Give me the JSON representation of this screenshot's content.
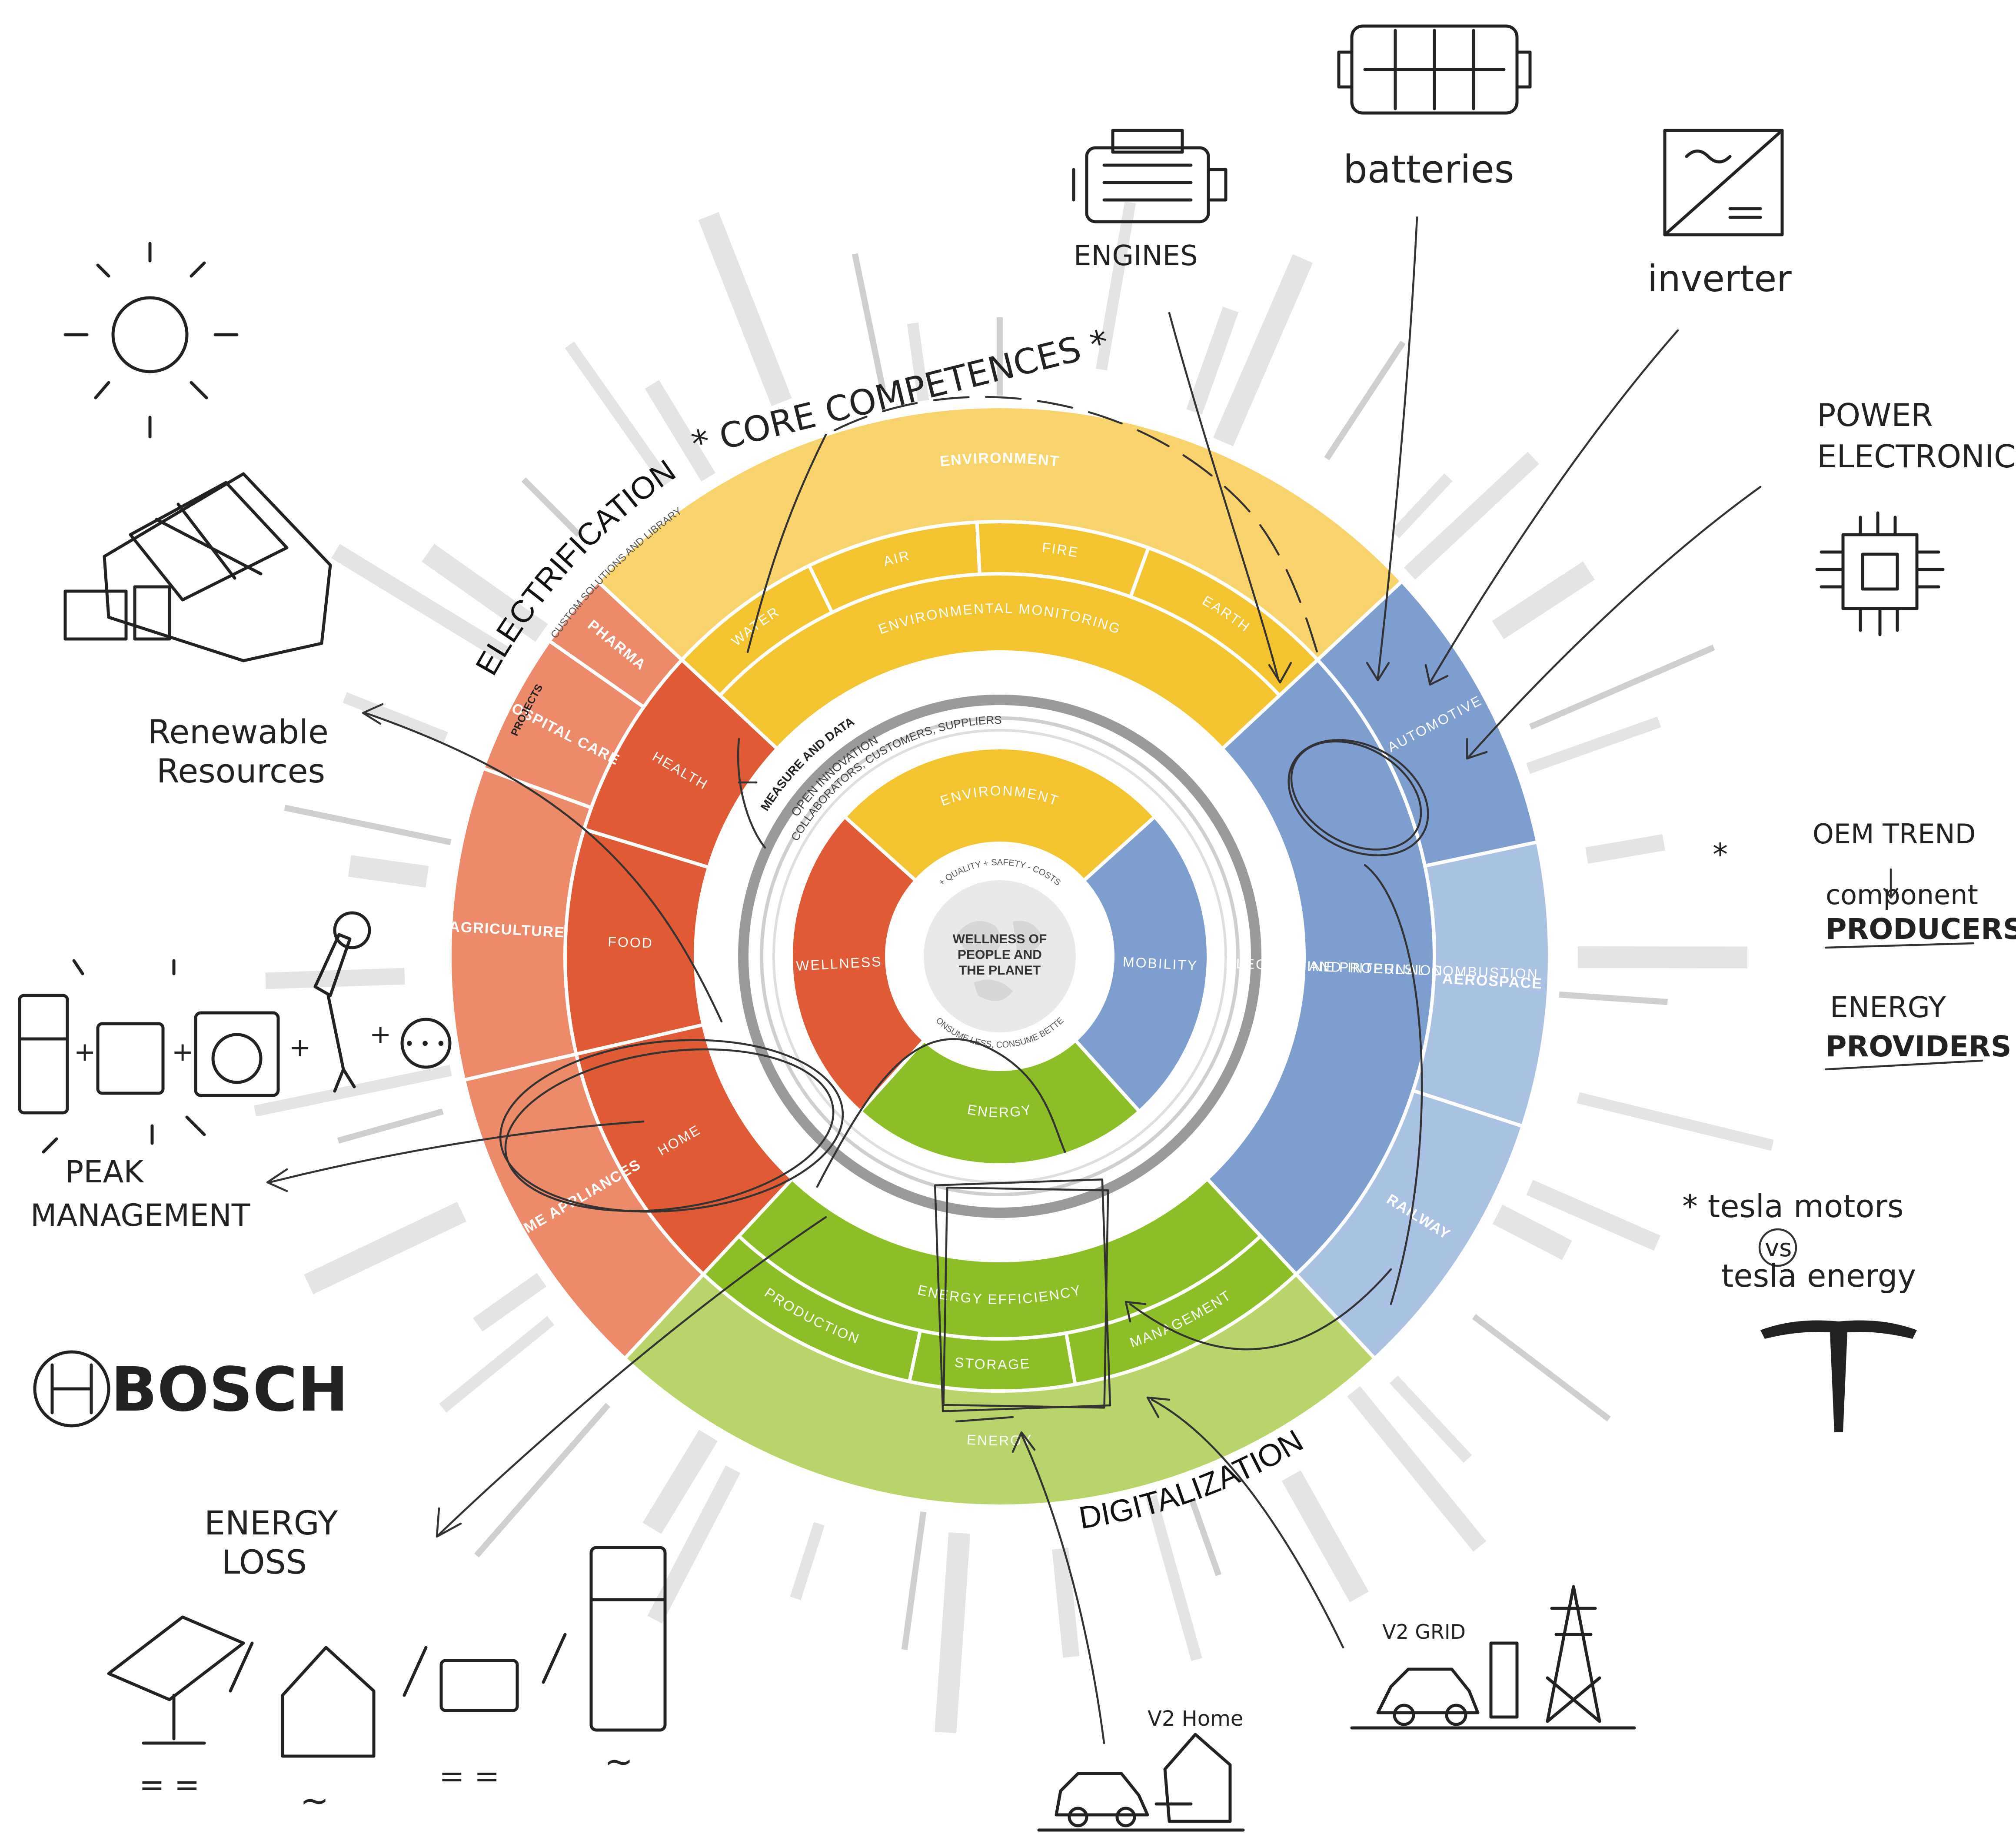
{
  "colors": {
    "yellow": "#f4c430",
    "yellow_light": "#f9d36b",
    "red": "#e05a35",
    "red_light": "#ec8a6a",
    "blue": "#7c9fcf",
    "blue_light": "#a9c1e3",
    "green": "#8cbf26",
    "green_light": "#b8d46a",
    "ink": "#222222"
  },
  "center": {
    "title": "WELLNESS OF PEOPLE AND THE PLANET",
    "top_caption": "+ QUALITY  + SAFETY  - COSTS",
    "bottom_caption": "CONSUME LESS, CONSUME BETTER"
  },
  "inner_ring": {
    "environment": "ENVIRONMENT",
    "wellness": "WELLNESS",
    "mobility": "MOBILITY",
    "energy": "ENERGY"
  },
  "data_ring": {
    "measure": "MEASURE AND DATA",
    "innovation": "OPEN INNOVATION",
    "collaborators": "COLLABORATORS, CUSTOMERS, SUPPLIERS"
  },
  "environment_sector": {
    "monitoring": "ENVIRONMENTAL MONITORING",
    "water": "WATER",
    "air": "AIR",
    "fire": "FIRE",
    "earth": "EARTH",
    "outer": "ENVIRONMENT"
  },
  "wellness_sector": {
    "health": "HEALTH",
    "food": "FOOD",
    "home": "HOME",
    "pharma": "PHARMA",
    "hospital_care": "HOSPITAL CARE",
    "agriculture": "AGRICULTURE",
    "home_appliances": "HOME APPLIANCES"
  },
  "mobility_sector": {
    "propulsion_1": "ELECTRIC AND INTERNAL COMBUSTION",
    "propulsion_2": "ENGINE PROPULSION",
    "automotive": "AUTOMOTIVE",
    "aerospace": "AEROSPACE",
    "railway": "RAILWAY"
  },
  "energy_sector": {
    "production": "PRODUCTION",
    "efficiency": "ENERGY EFFICIENCY",
    "storage": "STORAGE",
    "management": "MANAGEMENT",
    "outer": "ENERGY"
  },
  "ring_labels": {
    "electrification": "ELECTRIFICATION",
    "custom": "CUSTOM SOLUTIONS AND LIBRARY",
    "projects": "PROJECTS",
    "digitalization": "DIGITALIZATION"
  },
  "annotations": {
    "core_competences": "* CORE COMPETENCES *",
    "engines": "ENGINES",
    "batteries": "batteries",
    "inverter": "inverter",
    "power_electronics_1": "POWER",
    "power_electronics_2": "ELECTRONICS",
    "oem_trend": "OEM TREND",
    "component_1": "component",
    "component_2": "PRODUCERS",
    "energy_providers_1": "ENERGY",
    "energy_providers_2": "PROVIDERS",
    "tesla_1": "* tesla motors",
    "tesla_vs": "vs",
    "tesla_2": "tesla energy",
    "renewable_1": "Renewable",
    "renewable_2": "Resources",
    "peak_1": "PEAK",
    "peak_2": "MANAGEMENT",
    "bosch": "BOSCH",
    "energy_loss_1": "ENERGY",
    "energy_loss_2": "LOSS",
    "v2home": "V2 Home",
    "v2grid": "V2 GRID"
  }
}
